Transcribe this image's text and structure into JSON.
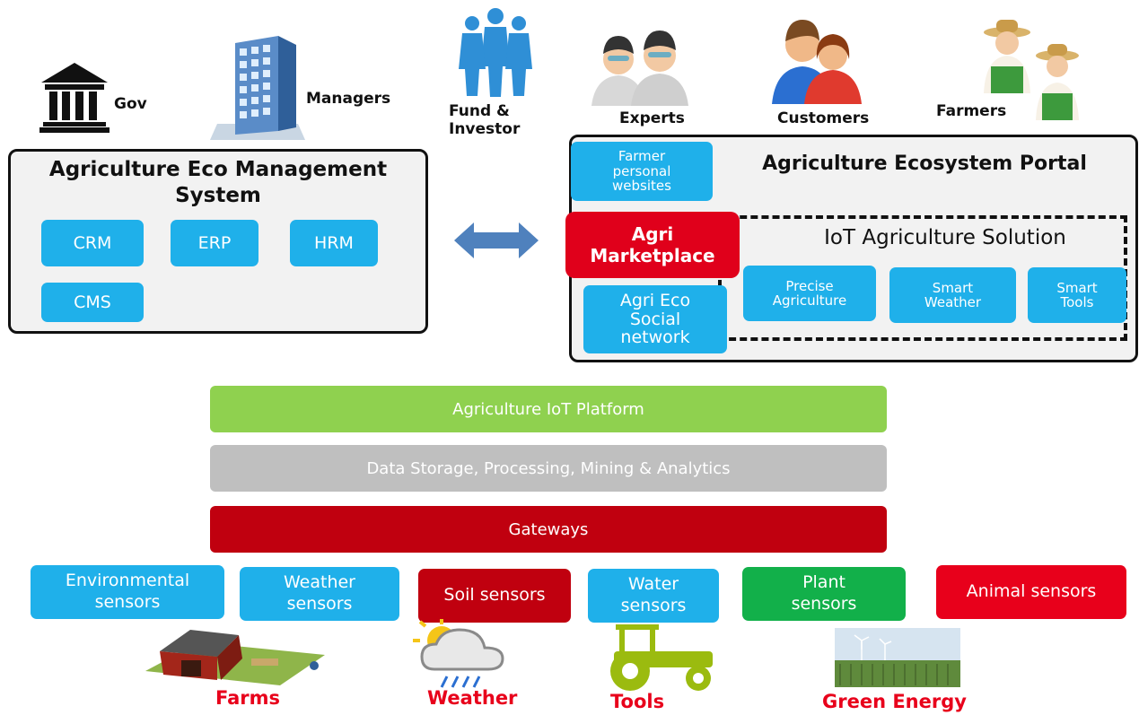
{
  "actors": {
    "gov": "Gov",
    "managers": "Managers",
    "fund": "Fund &\nInvestor",
    "experts": "Experts",
    "customers": "Customers",
    "farmers": "Farmers"
  },
  "management": {
    "title": "Agriculture Eco Management\nSystem",
    "modules": [
      "CRM",
      "ERP",
      "HRM",
      "CMS"
    ]
  },
  "portal": {
    "title": "Agriculture Ecosystem Portal",
    "farmer_websites": "Farmer\npersonal\nwebsites",
    "marketplace": "Agri\nMarketplace",
    "social": "Agri Eco\nSocial\nnetwork",
    "iot_title": "IoT Agriculture Solution",
    "iot_items": [
      "Precise\nAgriculture",
      "Smart\nWeather",
      "Smart\nTools"
    ]
  },
  "layers": {
    "platform": "Agriculture IoT Platform",
    "storage": "Data Storage, Processing, Mining & Analytics",
    "gateways": "Gateways"
  },
  "sensors": [
    {
      "label": "Environmental\nsensors",
      "color": "#1fb0ea"
    },
    {
      "label": "Weather\nsensors",
      "color": "#1fb0ea"
    },
    {
      "label": "Soil sensors",
      "color": "#c0000f"
    },
    {
      "label": "Water\nsensors",
      "color": "#1fb0ea"
    },
    {
      "label": "Plant\nsensors",
      "color": "#12b04a"
    },
    {
      "label": "Animal sensors",
      "color": "#e8001b"
    }
  ],
  "sources": {
    "farms": "Farms",
    "weather": "Weather",
    "tools": "Tools",
    "green_energy": "Green Energy"
  },
  "colors": {
    "platform": "#8fd14f",
    "storage": "#bfbfbf",
    "gateways": "#c0000f",
    "module_blue": "#1fb0ea",
    "marketplace_red": "#e0001b"
  }
}
